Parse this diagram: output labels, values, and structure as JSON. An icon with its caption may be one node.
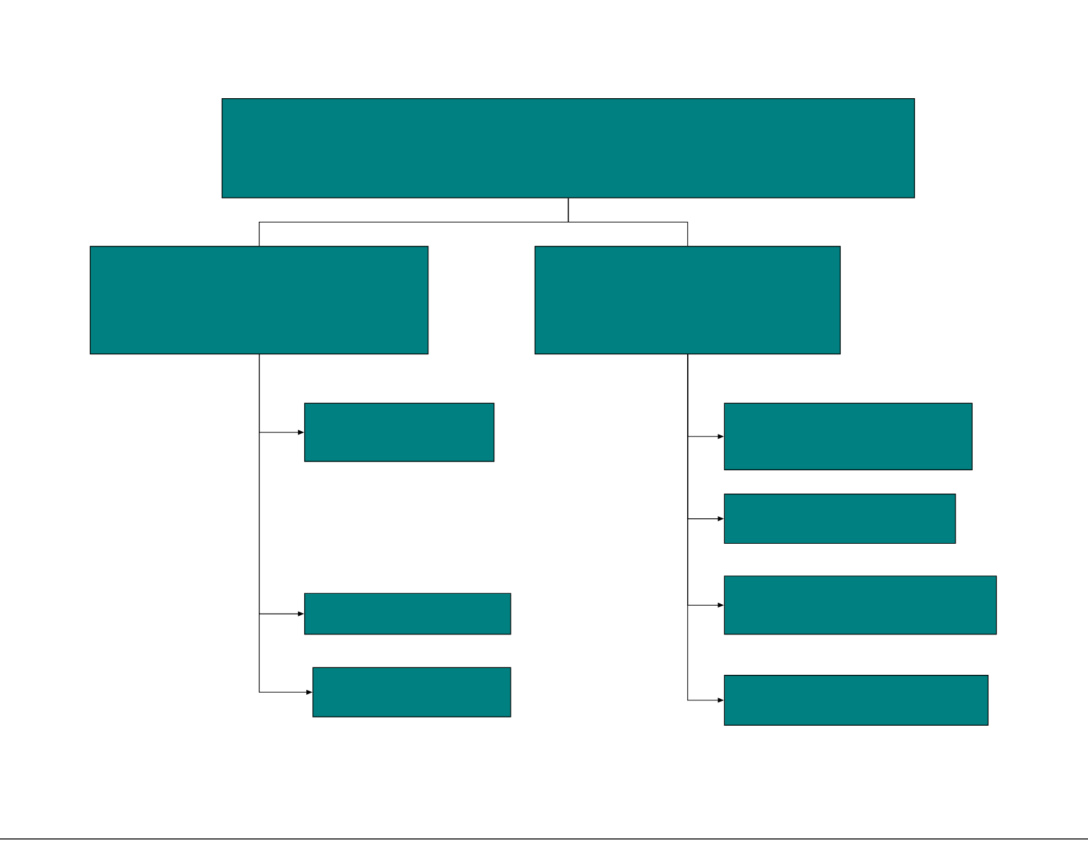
{
  "diagram": {
    "nodes": [
      {
        "text": [],
        "shape": "box"
      },
      {
        "text": [],
        "shape": "box"
      },
      {
        "text": [],
        "shape": "box"
      },
      {
        "text": [],
        "shape": "box"
      },
      {
        "text": [],
        "shape": "box"
      },
      {
        "text": [],
        "shape": "box"
      },
      {
        "text": [],
        "shape": "box"
      },
      {
        "text": [],
        "shape": "box"
      },
      {
        "text": [],
        "shape": "box"
      },
      {
        "text": [],
        "shape": "box"
      }
    ],
    "edges": [
      {
        "from": 0,
        "to": 1,
        "arrow": "none"
      },
      {
        "from": 0,
        "to": 2,
        "arrow": "none"
      },
      {
        "from": 1,
        "to": 3,
        "arrow": "to"
      },
      {
        "from": 1,
        "to": 4,
        "arrow": "to"
      },
      {
        "from": 1,
        "to": 5,
        "arrow": "to"
      },
      {
        "from": 2,
        "to": 6,
        "arrow": "to"
      },
      {
        "from": 2,
        "to": 7,
        "arrow": "to"
      },
      {
        "from": 2,
        "to": 8,
        "arrow": "to"
      },
      {
        "from": 2,
        "to": 9,
        "arrow": "to"
      }
    ]
  }
}
